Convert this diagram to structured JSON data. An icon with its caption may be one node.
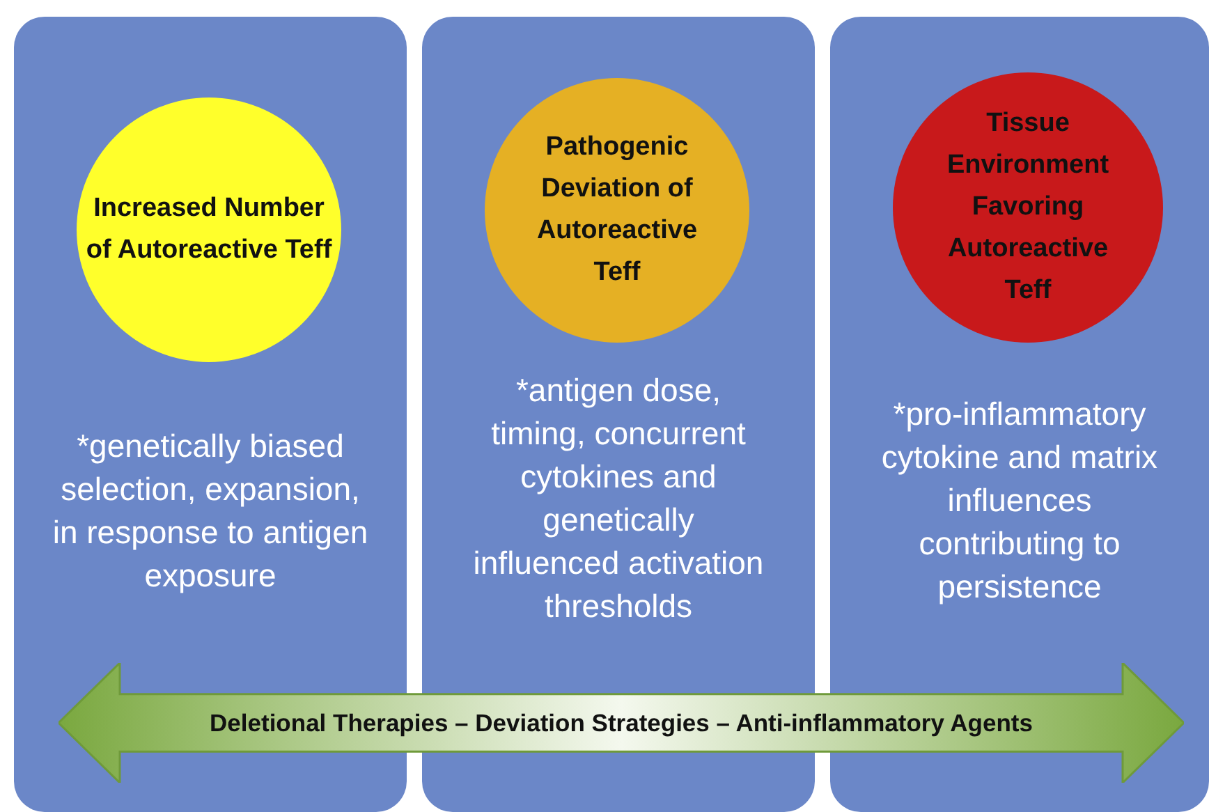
{
  "diagram": {
    "nodes": [
      {
        "text": [
          "*genetically biased selection, expansion, in response to antigen exposure"
        ]
      },
      {
        "text": [
          "Increased Number of Autoreactive Teff"
        ],
        "in": 0
      },
      {
        "text": [
          "*antigen dose, timing, concurrent cytokines and genetically influenced activation thresholds"
        ]
      },
      {
        "text": [
          "Pathogenic Deviation of Autoreactive Teff"
        ],
        "in": 2
      },
      {
        "text": [
          "*pro-inflammatory cytokine and matrix influences contributing to persistence"
        ]
      },
      {
        "text": [
          "Tissue Environment Favoring Autoreactive Teff"
        ],
        "in": 4
      },
      {
        "text": [
          "Deletional Therapies – Deviation Strategies – Anti-inflammatory Agents"
        ]
      }
    ]
  }
}
